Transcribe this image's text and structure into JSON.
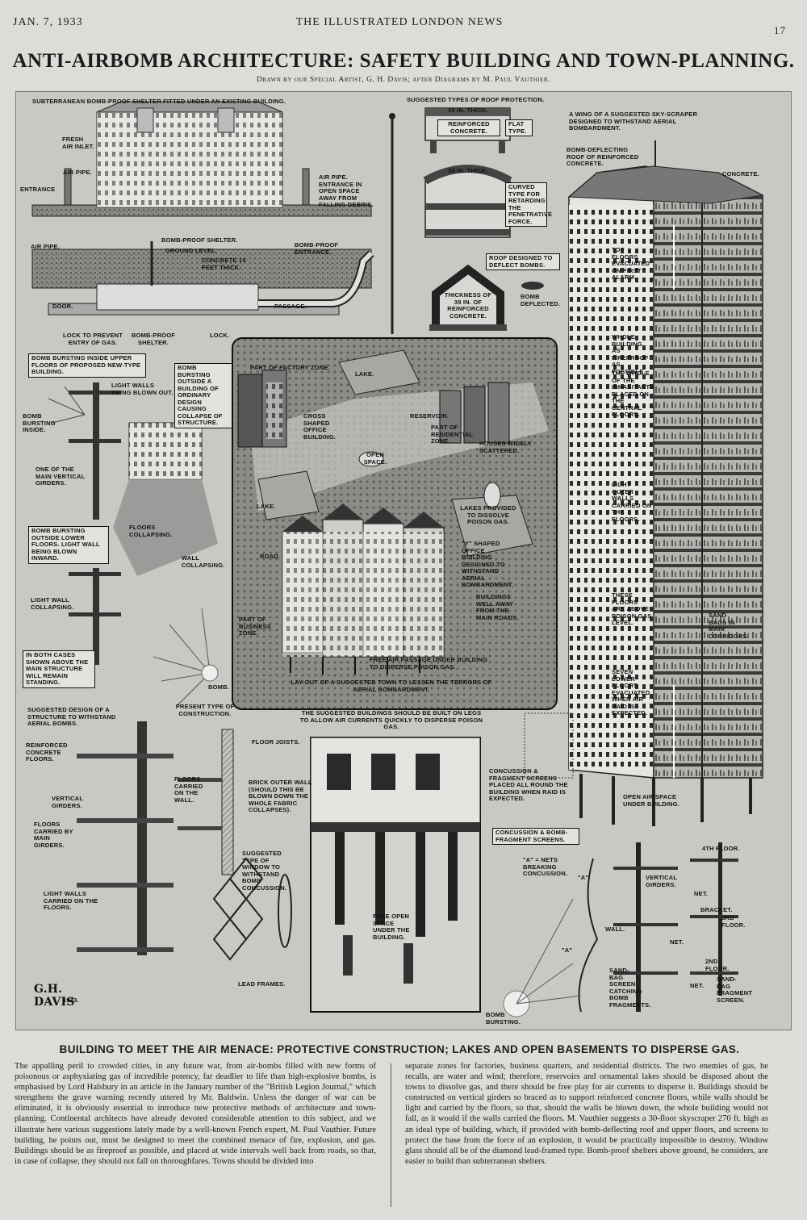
{
  "masthead": {
    "date": "JAN. 7, 1933",
    "publication": "THE ILLUSTRATED LONDON NEWS",
    "page_number": "17"
  },
  "headline": "ANTI-AIRBOMB ARCHITECTURE: SAFETY BUILDING AND TOWN-PLANNING.",
  "credit": "Drawn by our Special Artist, G. H. Davis; after Diagrams by M. Paul Vauthier.",
  "labels": {
    "shelter_title": "SUBTERRANEAN BOMB-PROOF SHELTER FITTED UNDER AN EXISTING BUILDING.",
    "fresh_air_inlet": "FRESH AIR INLET.",
    "air_pipe_left": "AIR PIPE.",
    "entrance": "ENTRANCE",
    "air_pipe_right": "AIR PIPE. ENTRANCE IN OPEN SPACE AWAY FROM FALLING DEBRIS.",
    "air_pipe_2": "AIR PIPE.",
    "bomb_proof_shelter": "BOMB-PROOF SHELTER.",
    "ground_level": "GROUND LEVEL.",
    "concrete_thick": "CONCRETE 15 FEET THICK.",
    "bomb_proof_entrance": "BOMB-PROOF ENTRANCE.",
    "door": "DOOR.",
    "passage": "PASSAGE.",
    "lock_prevent": "LOCK TO PREVENT ENTRY OF GAS.",
    "bomb_proof_shelter_2": "BOMB-PROOF SHELTER.",
    "lock": "LOCK.",
    "roof_title": "SUGGESTED TYPES OF ROOF PROTECTION.",
    "thick_30": "30 IN. THICK.",
    "reinforced_concrete": "REINFORCED CONCRETE.",
    "flat_type": "FLAT TYPE.",
    "thick_39": "39 IN. THICK.",
    "curved_type": "CURVED TYPE FOR RETARDING THE PENETRATIVE FORCE.",
    "roof_deflect": "ROOF DESIGNED TO DEFLECT BOMBS.",
    "thickness_39": "THICKNESS OF 39 IN. OF REINFORCED CONCRETE.",
    "bomb_deflected": "BOMB DEFLECTED.",
    "skyscraper_title": "A WING OF A SUGGESTED SKY-SCRAPER DESIGNED TO WITHSTAND AERIAL BOMBARDMENT.",
    "bomb_deflecting_roof": "BOMB-DEFLECTING ROOF OF REINFORCED CONCRETE.",
    "concrete": "CONCRETE.",
    "top_floors": "TOP FLOORS EVACUATED ON FIRST ALARM.",
    "whole_fireproof": "WHOLE BUILDING AS FIREPROOF AS POSSIBLE.",
    "inhabitants": "THE WHOLE OF THE INHABITANTS PLACED ON THE CENTRAL FLOORS.",
    "light_outer_walls": "LIGHT OUTER WALLS CARRIED ON THE FLOORS.",
    "above_poison": "THESE FLOORS ARE ABOVE POISON GAS LEVEL.",
    "sand_bags": "SAND BAGS IN MAIN CORRIDORS.",
    "seven_lower": "SEVEN LOWER FLOORS EVACUATED WHEN AIR RAID IS EXPECTED.",
    "concussion_screens": "CONCUSSION & FRAGMENT SCREENS PLACED ALL ROUND THE BUILDING WHEN RAID IS EXPECTED.",
    "open_air_space": "OPEN AIR SPACE UNDER BUILDING.",
    "bursting_upper": "BOMB BURSTING INSIDE UPPER FLOORS OF PROPOSED NEW-TYPE BUILDING.",
    "light_walls_blown": "LIGHT WALLS BEING BLOWN OUT.",
    "bursting_inside": "BOMB BURSTING INSIDE.",
    "main_vertical": "ONE OF THE MAIN VERTICAL GIRDERS.",
    "bursting_outside": "BOMB BURSTING OUTSIDE A BUILDING OF ORDINARY DESIGN CAUSING COLLAPSE OF STRUCTURE.",
    "bursting_lower": "BOMB BURSTING OUTSIDE LOWER FLOORS. LIGHT WALL BEING BLOWN INWARD.",
    "floors_collapsing": "FLOORS COLLAPSING.",
    "wall_collapsing": "WALL COLLAPSING.",
    "light_wall_collapsing": "LIGHT WALL COLLAPSING.",
    "both_cases": "IN BOTH CASES SHOWN ABOVE THE MAIN STRUCTURE WILL REMAIN STANDING.",
    "bomb": "BOMB.",
    "factory_zone": "PART OF FACTORY ZONE.",
    "lake_1": "LAKE.",
    "cross_shaped": "CROSS SHAPED OFFICE BUILDING.",
    "reservoir": "RESERVOIR.",
    "residential": "PART OF RESIDENTIAL ZONE.",
    "houses": "HOUSES WIDELY SCATTERED.",
    "open_space": "OPEN SPACE.",
    "lake_2": "LAKE.",
    "lakes_provided": "LAKES PROVIDED TO DISSOLVE POISON GAS.",
    "road": "ROAD.",
    "shaped_office": "\"Y\" SHAPED OFFICE BUILDING DESIGNED TO WITHSTAND AERIAL BOMBARDMENT.",
    "buildings_away": "BUILDINGS WELL AWAY FROM THE MAIN ROADS.",
    "business_zone": "PART OF BUSINESS ZONE.",
    "free_air_passage": "FREE AIR PASSAGE UNDER BUILDING TO DISPERSE POISON GAS.",
    "layout_caption": "LAY-OUT OF A SUGGESTED TOWN TO LESSEN THE TERRORS OF AERIAL BOMBARDMENT.",
    "suggested_design": "SUGGESTED DESIGN OF A STRUCTURE TO WITHSTAND AERIAL BOMBS.",
    "present_type": "PRESENT TYPE OF CONSTRUCTION.",
    "reinforced_floors": "REINFORCED CONCRETE FLOORS.",
    "floor_joists": "FLOOR JOISTS.",
    "vertical_girders": "VERTICAL GIRDERS.",
    "floors_carried_wall": "FLOORS CARRIED ON THE WALL.",
    "brick_outer": "BRICK OUTER WALL (SHOULD THIS BE BLOWN DOWN THE WHOLE FABRIC COLLAPSES).",
    "floors_carried_girders": "FLOORS CARRIED BY MAIN GIRDERS.",
    "light_walls_floors": "LIGHT WALLS CARRIED ON THE FLOORS.",
    "suggested_window": "SUGGESTED TYPE OF WINDOW TO WITHSTAND BOMB CONCUSSION.",
    "lead_frames": "LEAD FRAMES.",
    "legs_caption": "THE SUGGESTED BUILDINGS SHOULD BE BUILT ON LEGS TO ALLOW AIR CURRENTS QUICKLY TO DISPERSE POISON GAS.",
    "free_open_space": "FREE OPEN SPACE UNDER THE BUILDING.",
    "concussion_title": "CONCUSSION & BOMB-FRAGMENT SCREENS.",
    "nets": "\"A\" = NETS BREAKING CONCUSSION.",
    "vertical_girders_2": "VERTICAL GIRDERS.",
    "floor_4": "4TH FLOOR.",
    "net_1": "NET.",
    "bracket": "BRACKET.",
    "floor_3": "3RD FLOOR.",
    "net_2": "NET.",
    "wall": "WALL.",
    "floor_2": "2ND FLOOR.",
    "net_3": "NET.",
    "sandbag_screen": "SAND-BAG SCREEN CATCHING BOMB FRAGMENTS.",
    "sandbag_fragment": "SAND-BAG FRAGMENT SCREEN.",
    "bomb_bursting": "BOMB BURSTING.",
    "a_mark_1": "\"A\"",
    "a_mark_2": "\"A\"",
    "signature": "G.H. DAVIS",
    "signature_year": "1933."
  },
  "subhead": "BUILDING TO MEET THE AIR MENACE: PROTECTIVE CONSTRUCTION; LAKES AND OPEN BASEMENTS TO DISPERSE GAS.",
  "body": {
    "column_1": "The appalling peril to crowded cities, in any future war, from air-bombs filled with new forms of poisonous or asphyxiating gas of incredible potency, far deadlier to life than high-explosive bombs, is emphasised by Lord Halsbury in an article in the January number of the \"British Legion Journal,\" which strengthens the grave warning recently uttered by Mr. Baldwin. Unless the danger of war can be eliminated, it is obviously essential to introduce new protective methods of architecture and town-planning. Continental architects have already devoted considerable attention to this subject, and we illustrate here various suggestions lately made by a well-known French expert, M. Paul Vauthier. Future building, he points out, must be designed to meet the combined menace of fire, explosion, and gas. Buildings should be as fireproof as possible, and placed at wide intervals well back from roads, so that, in case of collapse, they should not fall on thoroughfares. Towns should be divided into",
    "column_2": "separate zones for factories, business quarters, and residential districts. The two enemies of gas, he recalls, are water and wind; therefore, reservoirs and ornamental lakes should be disposed about the towns to dissolve gas, and there should be free play for air currents to disperse it. Buildings should be constructed on vertical girders so braced as to support reinforced concrete floors, while walls should be light and carried by the floors, so that, should the walls be blown down, the whole building would not fall, as it would if the walls carried the floors. M. Vauthier suggests a 30-floor skyscraper 270 ft. high as an ideal type of building, which, if provided with bomb-deflecting roof and upper floors, and screens to protect the base from the force of an explosion, it would be practically impossible to destroy. Window glass should all be of the diamond lead-framed type. Bomb-proof shelters above ground, he considers, are easier to build than subterranean shelters."
  },
  "colors": {
    "paper": "#dcdcd8",
    "ink": "#1c1c1c",
    "art_background": "#c9c9c4"
  }
}
